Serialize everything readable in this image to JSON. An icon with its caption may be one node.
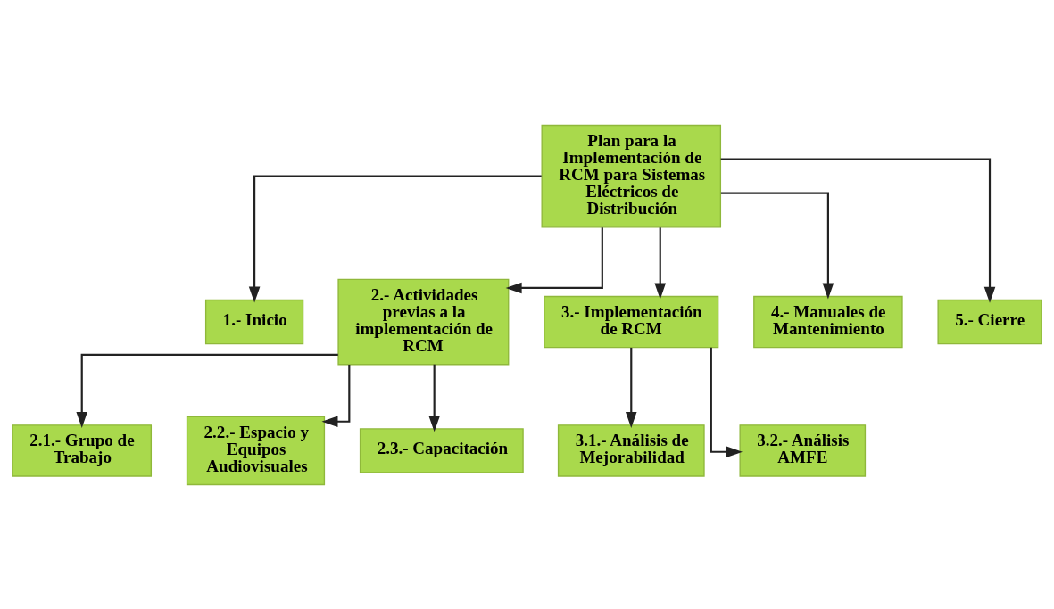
{
  "diagram": {
    "nodes": [
      {
        "text": [
          "Plan para la Implementación de RCM para Sistemas Eléctricos de Distribución"
        ]
      },
      {
        "text": [
          "1.- Inicio"
        ]
      },
      {
        "text": [
          "2.- Actividades previas a la implementación de RCM"
        ]
      },
      {
        "text": [
          "3.- Implementación de RCM"
        ]
      },
      {
        "text": [
          "4.- Manuales de Mantenimiento"
        ]
      },
      {
        "text": [
          "5.- Cierre"
        ]
      },
      {
        "text": [
          "3.1.- Análisis de Mejorabilidad"
        ]
      },
      {
        "text": [
          "3.2.- Análisis AMFE"
        ]
      },
      {
        "text": [
          "2.1.- Grupo de Trabajo"
        ]
      },
      {
        "text": [
          "2.2.- Espacio y Equipos Audiovisuales"
        ]
      },
      {
        "text": [
          "2.3.- Capacitación"
        ]
      }
    ],
    "edges": [
      {
        "from": 0,
        "to": 1,
        "arrow": "to"
      },
      {
        "from": 0,
        "to": 2,
        "arrow": "to"
      },
      {
        "from": 0,
        "to": 3,
        "arrow": "to"
      },
      {
        "from": 0,
        "to": 4,
        "arrow": "to"
      },
      {
        "from": 0,
        "to": 5,
        "arrow": "to"
      },
      {
        "from": 3,
        "to": 6,
        "arrow": "to"
      },
      {
        "from": 3,
        "to": 7,
        "arrow": "to"
      },
      {
        "from": 2,
        "to": 8,
        "arrow": "to"
      },
      {
        "from": 2,
        "to": 9,
        "arrow": "to"
      },
      {
        "from": 2,
        "to": 10,
        "arrow": "to"
      }
    ]
  }
}
